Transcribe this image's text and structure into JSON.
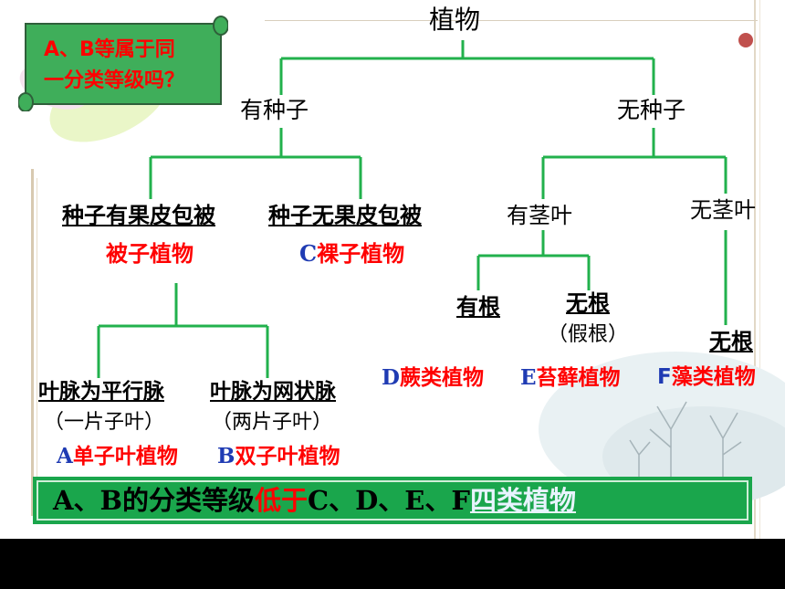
{
  "question": {
    "line1": "A、B等属于同",
    "line2": "一分类等级吗？"
  },
  "tree": {
    "root": "植物",
    "seed": "有种子",
    "no_seed": "无种子",
    "fruit_coat": "种子有果皮包被",
    "no_fruit_coat": "种子无果皮包被",
    "angiosperm": "被子植物",
    "gymno_letter": "C",
    "gymnosperm": "裸子植物",
    "parallel_vein": "叶脉为平行脉",
    "one_cotyledon": "（一片子叶）",
    "mono_letter": "A",
    "monocot": "单子叶植物",
    "net_vein": "叶脉为网状脉",
    "two_cotyledons": "（两片子叶）",
    "dicot_letter": "B",
    "dicot": "双子叶植物",
    "stem_leaf": "有茎叶",
    "no_stem_leaf": "无茎叶",
    "has_root": "有根",
    "no_root": "无根",
    "false_root": "（假根）",
    "no_root_algae": "无根",
    "fern_letter": "D",
    "fern": "蕨类植物",
    "moss_letter": "E",
    "moss": "苔藓植物",
    "algae_letter": "F",
    "algae": "藻类植物"
  },
  "conclusion": {
    "part1": "A、B的分类等级",
    "part2": "低于",
    "part3": "C、D、E、F",
    "part4": "四类植物"
  },
  "colors": {
    "line": "#22b14c",
    "red": "#ff0000",
    "blue": "#1f3bb3",
    "banner": "#1aa64c",
    "link": "#e8f4ff"
  }
}
